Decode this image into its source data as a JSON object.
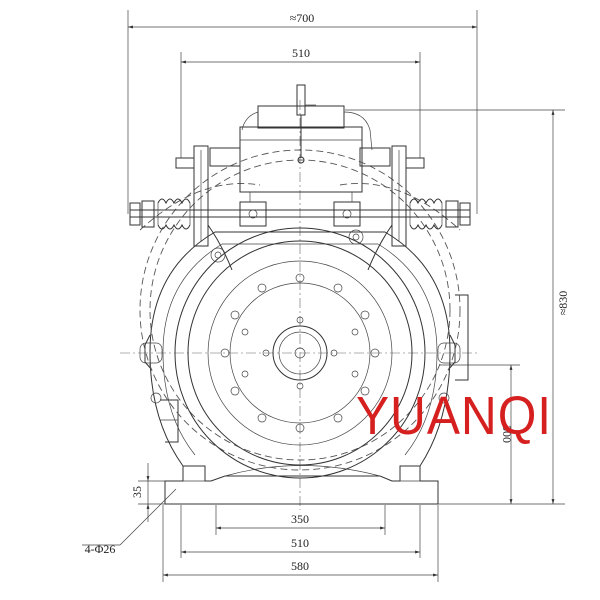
{
  "dimensions": {
    "overall_width": "≈700",
    "top_mount_width": "510",
    "overall_height": "≈830",
    "shaft_height": "300",
    "base_height": "35",
    "hole_spacing_inner": "350",
    "hole_spacing_outer": "510",
    "base_width": "580",
    "mount_holes": "4-Φ26"
  },
  "watermark": {
    "text": "YUANQI",
    "color": "#d62020"
  },
  "icons": {
    "drawing": "traction-machine-drawing"
  }
}
